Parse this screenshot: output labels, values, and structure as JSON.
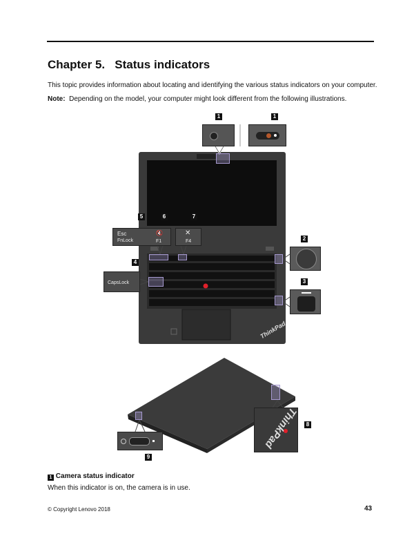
{
  "chapter_title": "Chapter 5.   Status indicators",
  "intro": "This topic provides information about locating and identifying the various status indicators on your computer.",
  "note_label": "Note:",
  "note_text": "Depending on the model, your computer might look different from the following illustrations.",
  "callouts": [
    "1",
    "1",
    "2",
    "3",
    "4",
    "5",
    "6",
    "7",
    "8",
    "9"
  ],
  "keys": {
    "esc": "Esc",
    "fnlock": "FnLock",
    "f1": "F1",
    "f4": "F4",
    "capslock": "CapsLock"
  },
  "brand": "ThinkPad",
  "section": {
    "number": "1",
    "title": "Camera status indicator",
    "body": "When this indicator is on, the camera is in use."
  },
  "footer": {
    "copyright": "© Copyright Lenovo 2018",
    "page_number": "43"
  },
  "colors": {
    "highlight": "#a79ad0",
    "trackpoint": "#e0202a"
  }
}
